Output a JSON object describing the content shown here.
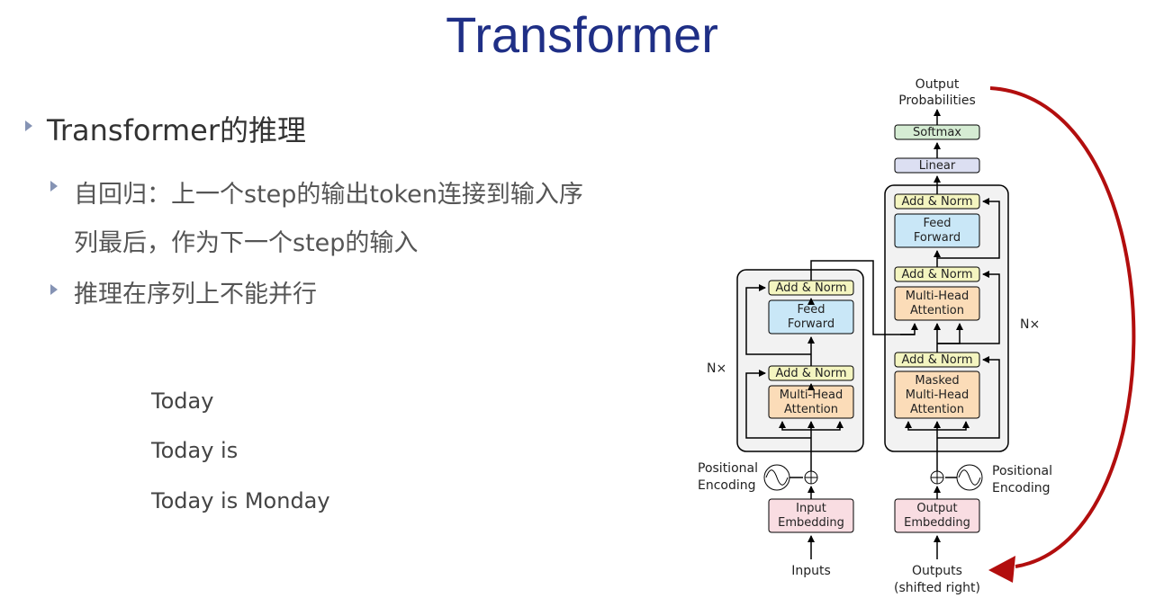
{
  "slide": {
    "title": "Transformer",
    "bullet_main": "Transformer的推理",
    "bullet_sub1": "自回归：上一个step的输出token连接到输入序列最后，作为下一个step的输入",
    "bullet_sub2": "推理在序列上不能并行",
    "examples": [
      "Today",
      "Today is",
      "Today is Monday"
    ]
  },
  "diagram": {
    "output_probabilities": [
      "Output",
      "Probabilities"
    ],
    "softmax": "Softmax",
    "linear": "Linear",
    "add_norm": "Add & Norm",
    "feed_forward": [
      "Feed",
      "Forward"
    ],
    "multi_head_attention": [
      "Multi-Head",
      "Attention"
    ],
    "masked_attention": [
      "Masked",
      "Multi-Head",
      "Attention"
    ],
    "input_embedding": [
      "Input",
      "Embedding"
    ],
    "output_embedding": [
      "Output",
      "Embedding"
    ],
    "positional_encoding": [
      "Positional",
      "Encoding"
    ],
    "nx": "N×",
    "inputs": "Inputs",
    "outputs": [
      "Outputs",
      "(shifted right)"
    ]
  },
  "colors": {
    "title": "#1f2f86",
    "add_norm": "#f4f5c0",
    "feed_forward": "#c9e7f7",
    "attention": "#fbdcb8",
    "embedding": "#f9dde2",
    "softmax": "#d5ecd3",
    "linear": "#dcdff2",
    "arrow_red": "#b20e0e"
  }
}
